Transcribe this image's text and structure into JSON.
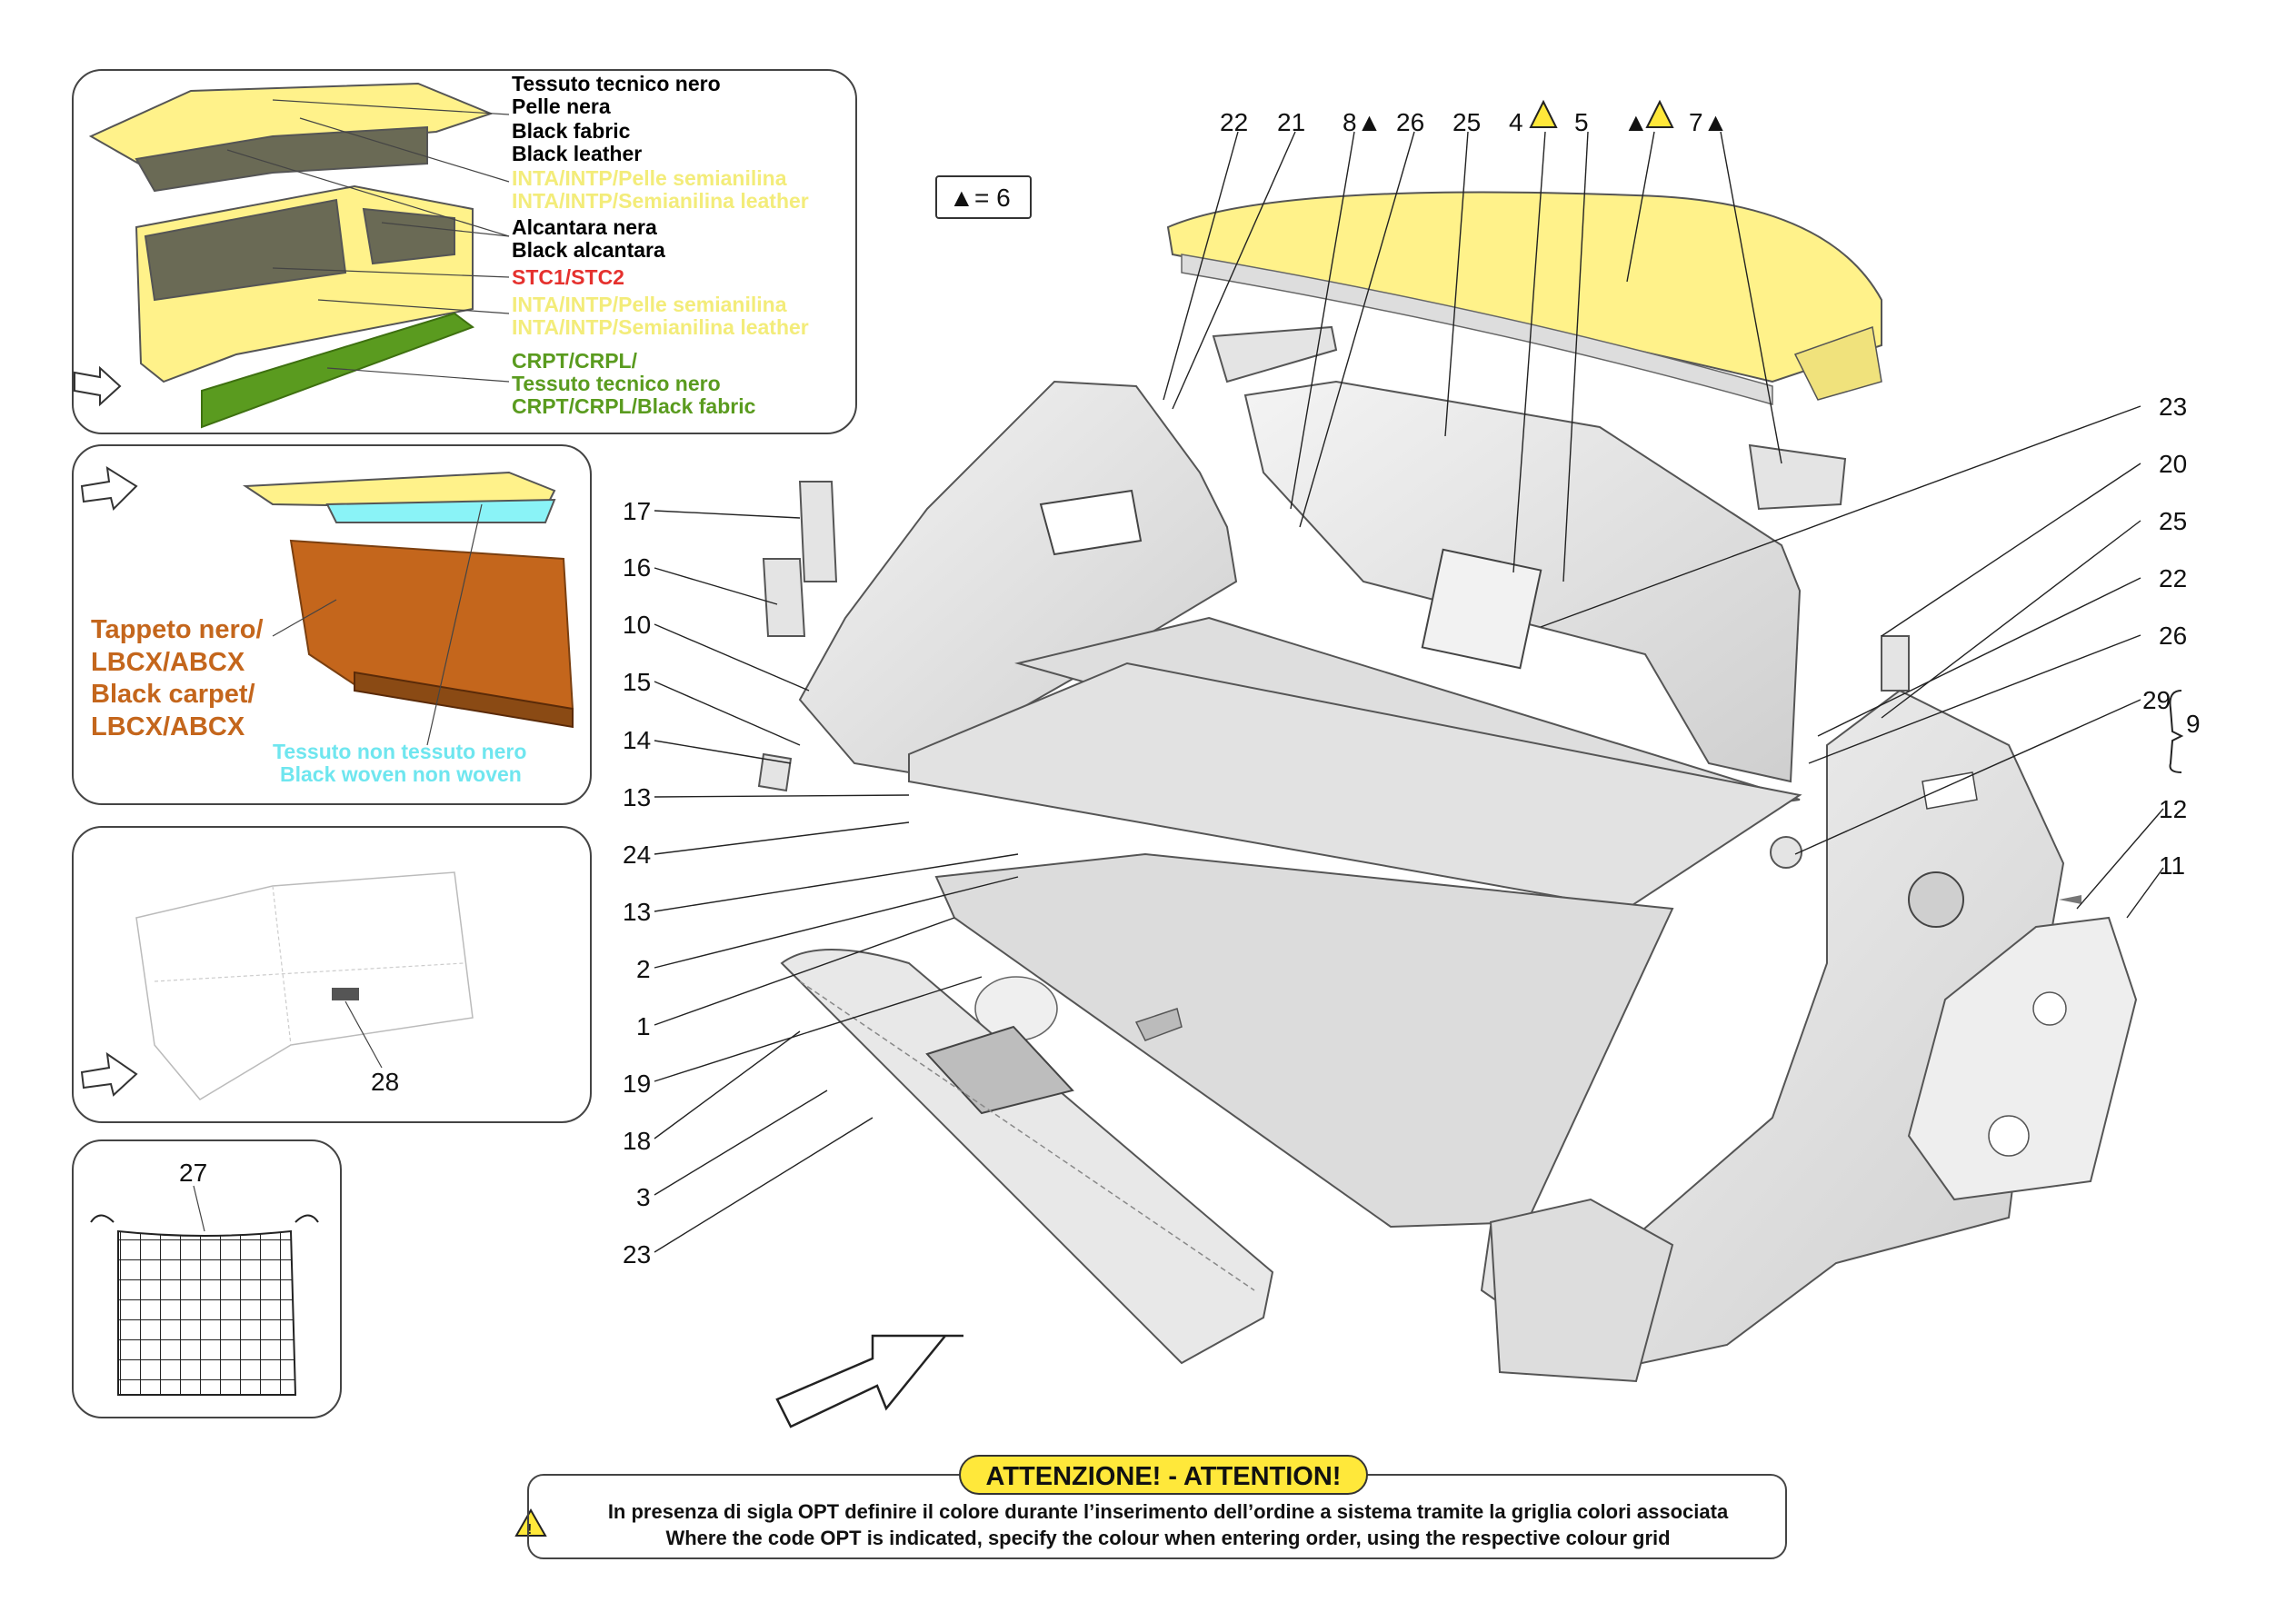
{
  "colors": {
    "yellow": "#fff28a",
    "yellow_text": "#f3ec7a",
    "red_text": "#e5312e",
    "green": "#5a9b1f",
    "brown": "#c4661c",
    "cyan": "#8af3f7",
    "cyan_text": "#6fe6ef",
    "warn_yellow": "#ffe83a"
  },
  "legend_note": {
    "triangle": "▲",
    "text": "= 6"
  },
  "panel1": {
    "labels": {
      "l1": "Tessuto tecnico nero",
      "l2": "Pelle nera",
      "l3": "Black fabric",
      "l4": "Black leather",
      "l5": "INTA/INTP/Pelle semianilina",
      "l6": "INTA/INTP/Semianilina leather",
      "l7": "Alcantara nera",
      "l8": "Black alcantara",
      "l9": "STC1/STC2",
      "l10": "INTA/INTP/Pelle semianilina",
      "l11": "INTA/INTP/Semianilina leather",
      "l12": "CRPT/CRPL/",
      "l13": "Tessuto tecnico nero",
      "l14": "CRPT/CRPL/Black fabric"
    }
  },
  "panel2": {
    "labels": {
      "b1": "Tappeto nero/",
      "b2": "LBCX/ABCX",
      "b3": "Black carpet/",
      "b4": "LBCX/ABCX",
      "c1": "Tessuto non tessuto nero",
      "c2": "Black woven non woven"
    }
  },
  "panel3": {
    "part": "28"
  },
  "panel4": {
    "part": "27"
  },
  "callouts_top": [
    {
      "n": "22"
    },
    {
      "n": "21"
    },
    {
      "n": "8▲"
    },
    {
      "n": "26"
    },
    {
      "n": "25"
    },
    {
      "n": "4"
    },
    {
      "n": "5"
    },
    {
      "n": "▲"
    },
    {
      "n": "7▲"
    }
  ],
  "callouts_left": [
    "17",
    "16",
    "10",
    "15",
    "14",
    "13",
    "24",
    "13",
    "2",
    "1",
    "19",
    "18",
    "3",
    "23"
  ],
  "callouts_right": [
    "23",
    "20",
    "25",
    "22",
    "26",
    "29",
    "9",
    "12",
    "11"
  ],
  "warning": {
    "title": "ATTENZIONE! - ATTENTION!",
    "line1": "In presenza di sigla OPT definire il colore durante l’inserimento dell’ordine a sistema tramite la griglia colori associata",
    "line2": "Where the code OPT is indicated, specify the colour when entering order, using the respective colour grid"
  }
}
